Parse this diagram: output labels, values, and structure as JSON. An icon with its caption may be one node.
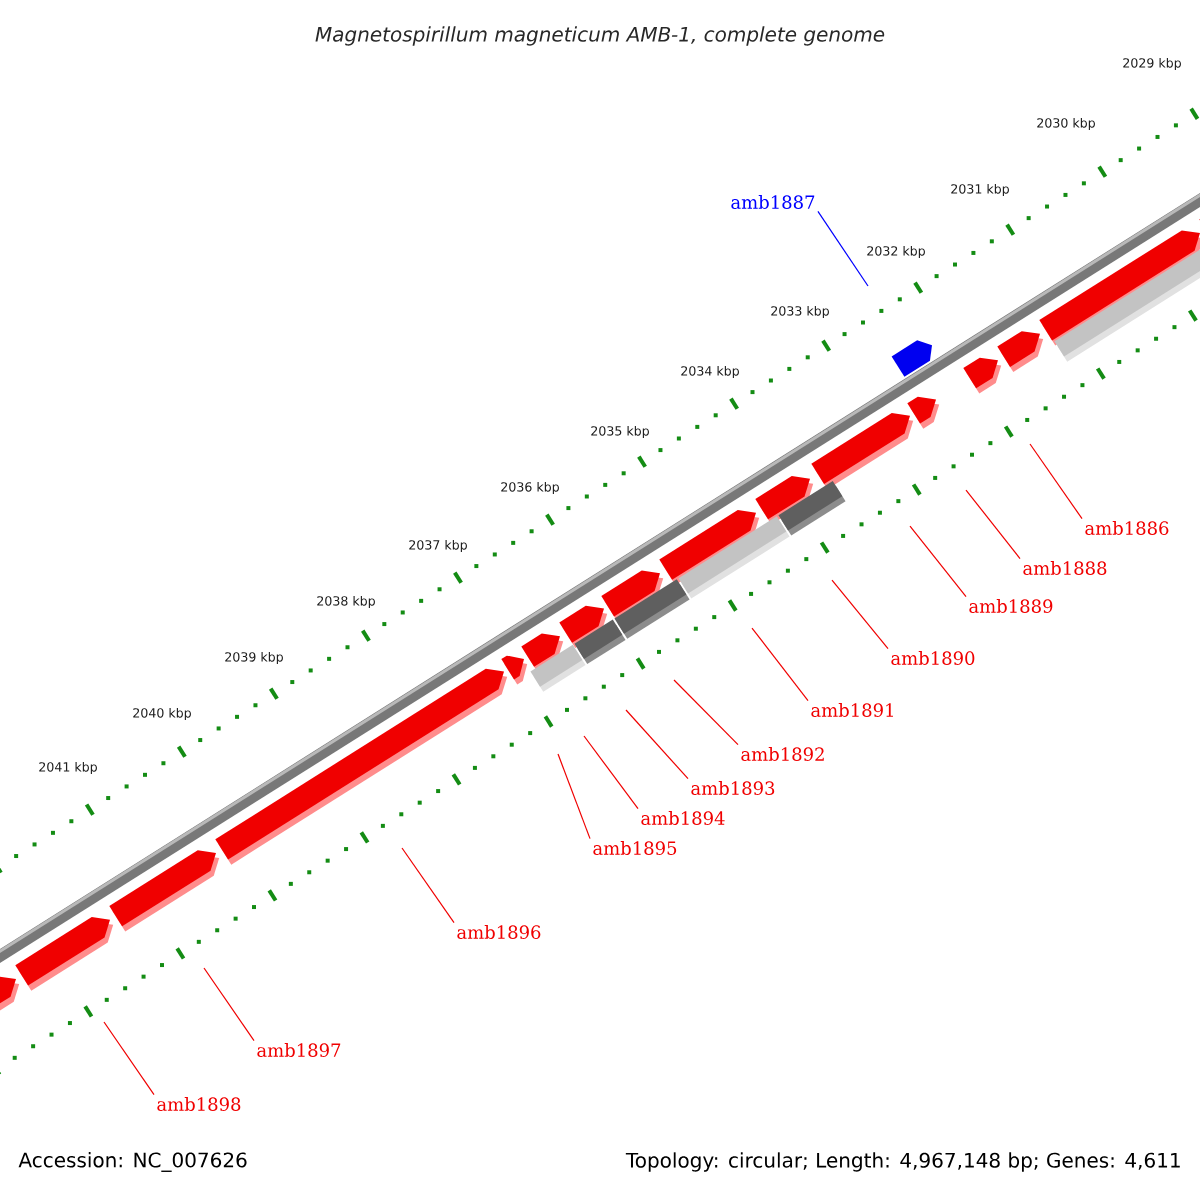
{
  "diagram": {
    "title": "Magnetospirillum magneticum AMB-1, complete genome",
    "nodes": [
      {
        "text": [
          "amb1887"
        ]
      },
      {
        "text": [
          "amb1886"
        ]
      },
      {
        "text": [
          "amb1888"
        ]
      },
      {
        "text": [
          "amb1889"
        ]
      },
      {
        "text": [
          "amb1890"
        ]
      },
      {
        "text": [
          "amb1891"
        ]
      },
      {
        "text": [
          "amb1892"
        ]
      },
      {
        "text": [
          "amb1893"
        ]
      },
      {
        "text": [
          "amb1894"
        ]
      },
      {
        "text": [
          "amb1895"
        ]
      },
      {
        "text": [
          "amb1896"
        ]
      },
      {
        "text": [
          "amb1897"
        ]
      },
      {
        "text": [
          "amb1898"
        ]
      }
    ],
    "edges": [
      {
        "from": 0,
        "to": null,
        "arrow": "none",
        "color": "#0000ff"
      },
      {
        "from": 1,
        "to": null,
        "arrow": "none"
      },
      {
        "from": 2,
        "to": null,
        "arrow": "none"
      },
      {
        "from": 3,
        "to": null,
        "arrow": "none"
      },
      {
        "from": 4,
        "to": null,
        "arrow": "none"
      },
      {
        "from": 5,
        "to": null,
        "arrow": "none"
      },
      {
        "from": 6,
        "to": null,
        "arrow": "none"
      },
      {
        "from": 7,
        "to": null,
        "arrow": "none"
      },
      {
        "from": 8,
        "to": null,
        "arrow": "none"
      },
      {
        "from": 9,
        "to": null,
        "arrow": "none"
      },
      {
        "from": 10,
        "to": null,
        "arrow": "none"
      },
      {
        "from": 11,
        "to": null,
        "arrow": "none"
      },
      {
        "from": 12,
        "to": null,
        "arrow": "none"
      }
    ],
    "labels": [
      "2029 kbp",
      "2030 kbp",
      "2031 kbp",
      "2032 kbp",
      "2033 kbp",
      "2034 kbp",
      "2035 kbp",
      "2036 kbp",
      "2037 kbp",
      "2038 kbp",
      "2039 kbp",
      "2040 kbp",
      "2041 kbp",
      "Accession: NC_007626",
      "Topology: circular; Length: 4,967,148 bp; Genes: 4,611"
    ]
  }
}
